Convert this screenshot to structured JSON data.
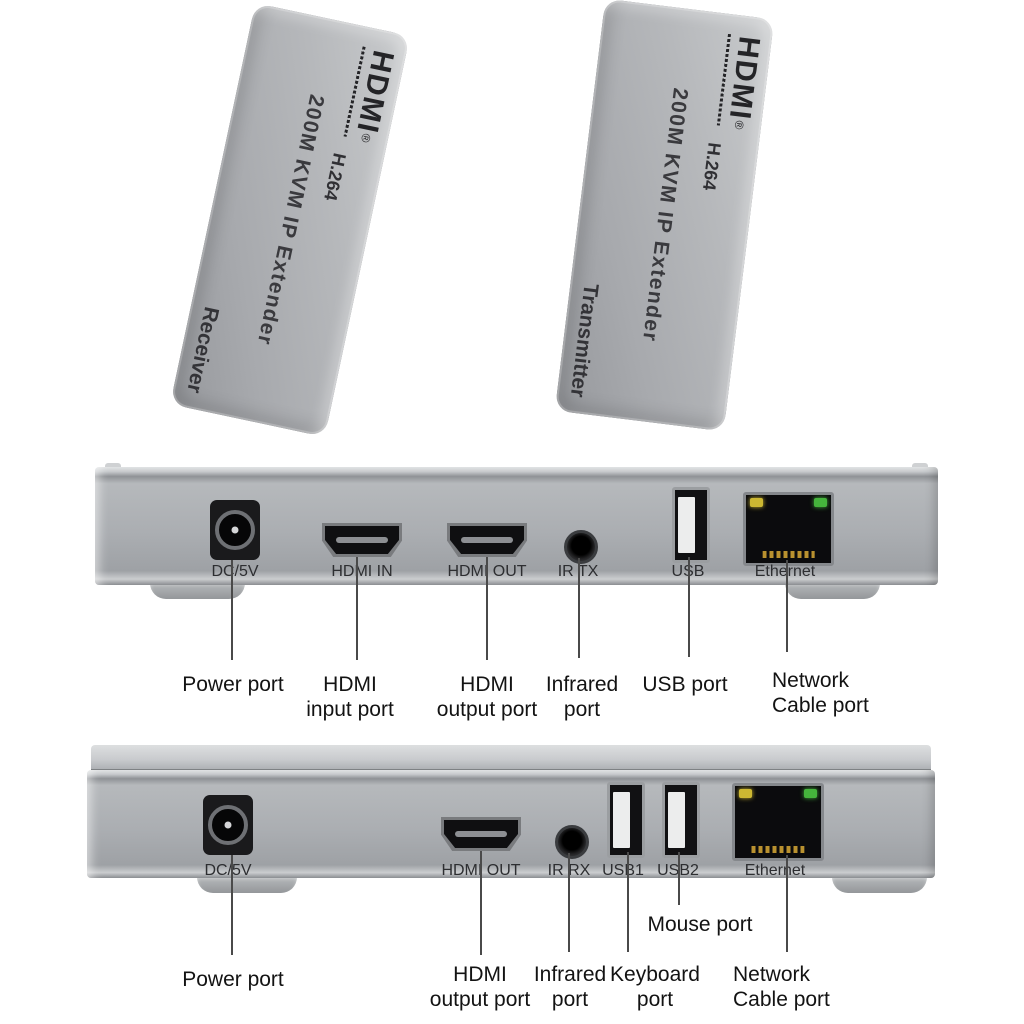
{
  "devices": [
    {
      "logo": "HDMI",
      "reg": "®",
      "codec": "H.264",
      "title": "200M KVM IP Extender",
      "role": "Receiver"
    },
    {
      "logo": "HDMI",
      "reg": "®",
      "codec": "H.264",
      "title": "200M KVM IP Extender",
      "role": "Transmitter"
    }
  ],
  "panels": [
    {
      "name": "receiver-back-panel",
      "ports": [
        {
          "type": "dc-power",
          "label": "DC/5V"
        },
        {
          "type": "hdmi",
          "label": "HDMI IN"
        },
        {
          "type": "hdmi",
          "label": "HDMI OUT"
        },
        {
          "type": "infrared",
          "label": "IR TX"
        },
        {
          "type": "usb",
          "label": "USB"
        },
        {
          "type": "ethernet",
          "label": "Ethernet"
        }
      ],
      "callouts": [
        {
          "text": "Power port"
        },
        {
          "text": "HDMI\ninput port"
        },
        {
          "text": "HDMI\noutput port"
        },
        {
          "text": "Infrared\nport"
        },
        {
          "text": "USB port"
        },
        {
          "text": "Network\nCable port"
        }
      ]
    },
    {
      "name": "transmitter-back-panel",
      "ports": [
        {
          "type": "dc-power",
          "label": "DC/5V"
        },
        {
          "type": "hdmi",
          "label": "HDMI OUT"
        },
        {
          "type": "infrared",
          "label": "IR RX"
        },
        {
          "type": "usb",
          "label": "USB1"
        },
        {
          "type": "usb",
          "label": "USB2"
        },
        {
          "type": "ethernet",
          "label": "Ethernet"
        }
      ],
      "callouts": [
        {
          "text": "Power port"
        },
        {
          "text": "HDMI\noutput port"
        },
        {
          "text": "Infrared\nport"
        },
        {
          "text": "Keyboard\nport"
        },
        {
          "text": "Mouse port"
        },
        {
          "text": "Network\nCable port"
        }
      ]
    }
  ],
  "colors": {
    "led_yellow": "#cdb832",
    "led_green": "#45b43c",
    "device_body": "#aeb1b4",
    "panel_body": "#abaeb2",
    "callout_line": "#4a4a4a"
  }
}
